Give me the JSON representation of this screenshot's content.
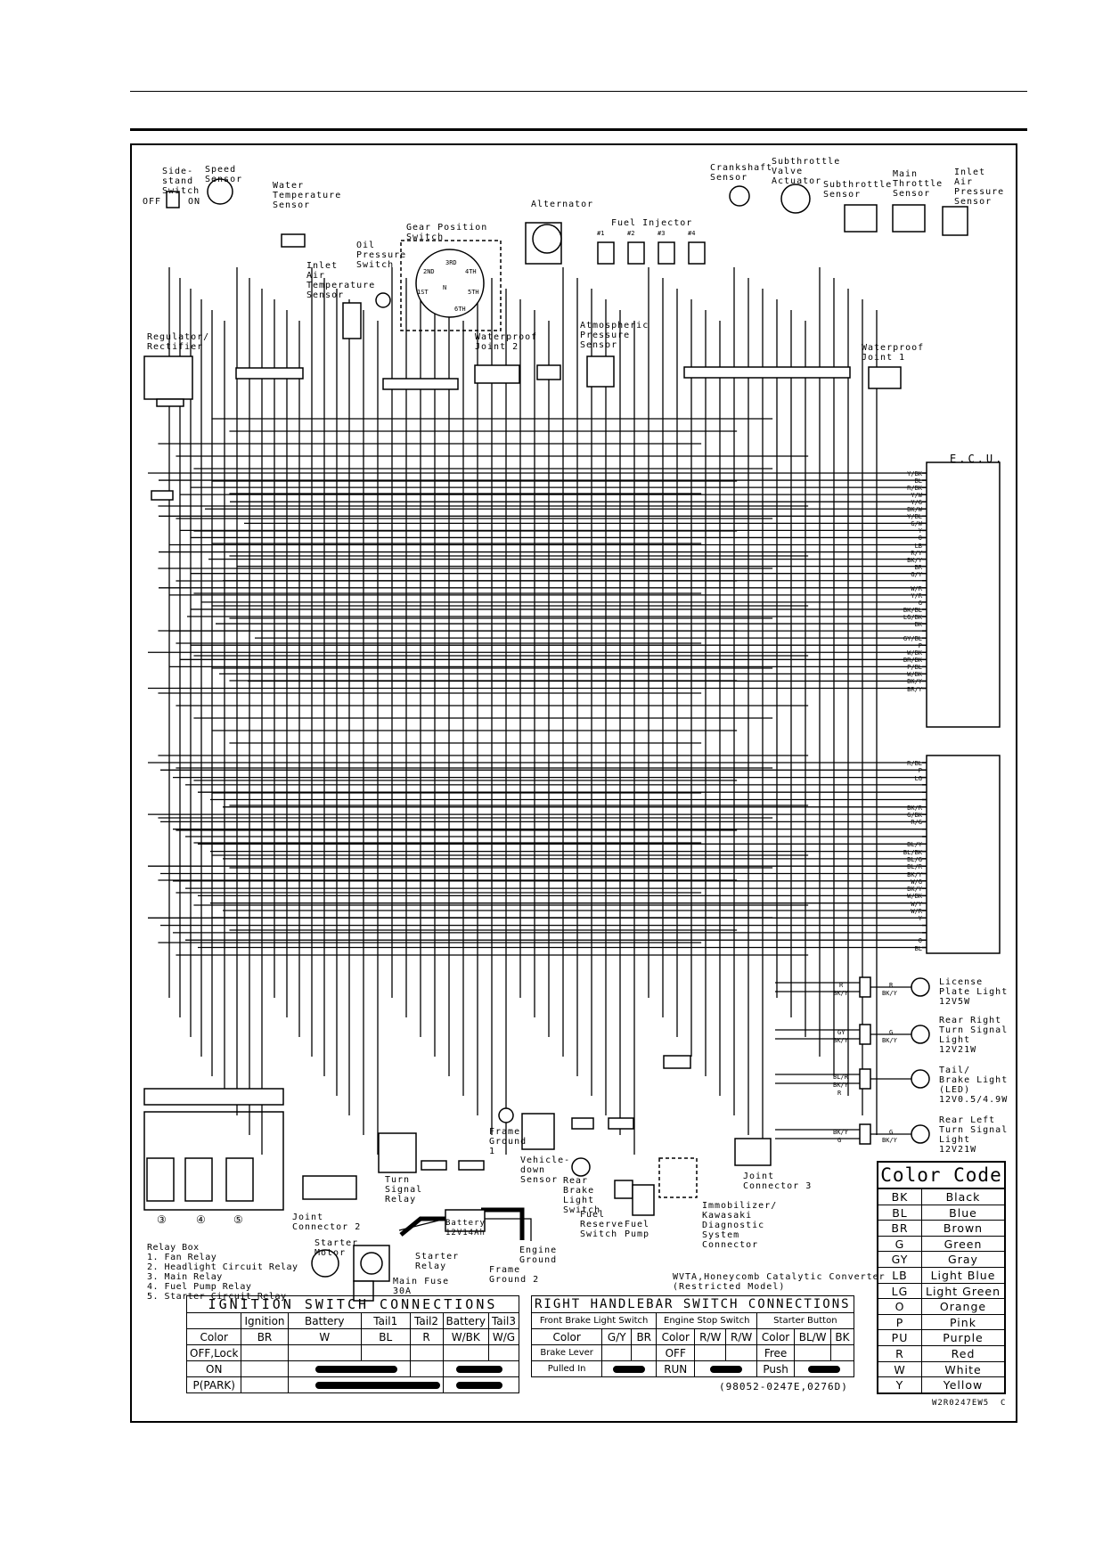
{
  "components": {
    "side_stand_switch": "Side-\nstand\nSwitch",
    "side_stand_off": "OFF",
    "side_stand_on": "ON",
    "speed_sensor": "Speed\nSensor",
    "water_temp_sensor": "Water\nTemperature\nSensor",
    "inlet_air_temp_sensor": "Inlet\nAir\nTemperature\nSensor",
    "oil_pressure_switch": "Oil\nPressure\nSwitch",
    "gear_position_switch": "Gear Position\nSwitch",
    "gear_positions": [
      "2ND",
      "3RD",
      "4TH",
      "1ST",
      "5TH",
      "6TH",
      "N"
    ],
    "alternator": "Alternator",
    "fuel_injector": "Fuel Injector",
    "injector_numbers": [
      "#1",
      "#2",
      "#3",
      "#4"
    ],
    "crankshaft_sensor": "Crankshaft\nSensor",
    "subthrottle_valve_actuator": "Subthrottle\nValve\nActuator",
    "subthrottle_sensor": "Subthrottle\nSensor",
    "main_throttle_sensor": "Main\nThrottle\nSensor",
    "inlet_air_pressure_sensor": "Inlet\nAir\nPressure\nSensor",
    "regulator_rectifier": "Regulator/\nRectifier",
    "waterproof_joint_2": "Waterproof\nJoint 2",
    "atmospheric_pressure_sensor": "Atmospheric\nPressure\nSensor",
    "waterproof_joint_1": "Waterproof\nJoint 1",
    "ecu": "E.C.U.",
    "license_plate_light": "License\nPlate Light\n12V5W",
    "rear_right_turn": "Rear Right\nTurn Signal\nLight\n12V21W",
    "tail_brake_light": "Tail/\nBrake Light\n(LED)\n12V0.5/4.9W",
    "rear_left_turn": "Rear Left\nTurn Signal\nLight\n12V21W",
    "frame_ground_1": "Frame\nGround\n1",
    "vehicle_down_sensor": "Vehicle-\ndown\nSensor",
    "rear_brake_light_switch": "Rear\nBrake\nLight\nSwitch",
    "fuel_reserve_switch": "Fuel\nReserve\nSwitch",
    "fuel_pump": "Fuel\nPump",
    "immobilizer": "Immobilizer/\nKawasaki\nDiagnostic\nSystem\nConnector",
    "joint_connector_3": "Joint\nConnector 3",
    "wvta_note": "WVTA,Honeycomb Catalytic Converter\n(Restricted Model)",
    "turn_signal_relay": "Turn\nSignal\nRelay",
    "joint_connector_2": "Joint\nConnector 2",
    "battery": "Battery\n12V14Ah",
    "engine_ground": "Engine\nGround",
    "frame_ground_2": "Frame\nGround 2",
    "starter_motor": "Starter\nMotor",
    "starter_relay": "Starter\nRelay",
    "main_fuse": "Main Fuse\n30A",
    "relay_box": "Relay Box\n1. Fan Relay\n2. Headlight Circuit Relay\n3. Main Relay\n4. Fuel Pump Relay\n5. Starter Circuit Relay",
    "relay_numbers": [
      "③",
      "④",
      "⑤"
    ]
  },
  "wire_labels": {
    "ecu_upper": [
      "Y/BK",
      "BL",
      "R/BK",
      "Y/W",
      "Y/G",
      "BK/W",
      "Y/BL",
      "G/W",
      "Y",
      "O",
      "LB",
      "R/Y",
      "BK/Y",
      "BR",
      "G/Y",
      "",
      "W/R",
      "Y/R",
      "G",
      "BK/BL",
      "LG/BK",
      "BK",
      "",
      "GY/BL",
      "P",
      "W/BK",
      "BR/BK",
      "P/BL",
      "W/BK",
      "BK/Y",
      "BR/Y"
    ],
    "ecu_lower": [
      "R/BL",
      "P",
      "LG",
      "",
      "",
      "",
      "BK/R",
      "G/BK",
      "R/G",
      "",
      "",
      "BL/Y",
      "BL/BK",
      "BL/G",
      "BL/R",
      "BK/Y",
      "W/G",
      "BK/Y",
      "W/BK",
      "W/Y",
      "W/R",
      "Y",
      "",
      "",
      "O",
      "BL"
    ],
    "rear_right_connectors": {
      "license": [
        "R",
        "BK/Y",
        "R",
        "BK/Y"
      ],
      "rr_turn": [
        "GY",
        "BK/Y",
        "G",
        "BK/Y"
      ],
      "tail": [
        "BL/R",
        "BK/Y",
        "R"
      ],
      "rl_turn": [
        "BK/Y",
        "G",
        "G",
        "BK/Y"
      ]
    }
  },
  "ignition_switch": {
    "title": "IGNITION SWITCH CONNECTIONS",
    "headers": [
      "",
      "Ignition",
      "Battery",
      "Tail1",
      "Tail2",
      "Battery",
      "Tail3"
    ],
    "colors": [
      "Color",
      "BR",
      "W",
      "BL",
      "R",
      "W/BK",
      "W/G"
    ],
    "rows": [
      "OFF,Lock",
      "ON",
      "P(PARK)"
    ]
  },
  "handlebar_switch": {
    "title": "RIGHT HANDLEBAR SWITCH CONNECTIONS",
    "groups": [
      "Front Brake Light Switch",
      "Engine Stop  Switch",
      "Starter Button"
    ],
    "colors": [
      "Color",
      "G/Y",
      "BR",
      "Color",
      "R/W",
      "R/W",
      "Color",
      "BL/W",
      "BK"
    ],
    "row1": [
      "Brake Lever",
      "OFF",
      "Free"
    ],
    "row2": [
      "Pulled In",
      "RUN",
      "Push"
    ]
  },
  "color_code": {
    "title": "Color Code",
    "entries": [
      {
        "code": "BK",
        "name": "Black"
      },
      {
        "code": "BL",
        "name": "Blue"
      },
      {
        "code": "BR",
        "name": "Brown"
      },
      {
        "code": "G",
        "name": "Green"
      },
      {
        "code": "GY",
        "name": "Gray"
      },
      {
        "code": "LB",
        "name": "Light Blue"
      },
      {
        "code": "LG",
        "name": "Light Green"
      },
      {
        "code": "O",
        "name": "Orange"
      },
      {
        "code": "P",
        "name": "Pink"
      },
      {
        "code": "PU",
        "name": "Purple"
      },
      {
        "code": "R",
        "name": "Red"
      },
      {
        "code": "W",
        "name": "White"
      },
      {
        "code": "Y",
        "name": "Yellow"
      }
    ]
  },
  "part_number": "(98052-0247E,0276D)",
  "figure_id": "W2R0247EW5  C"
}
